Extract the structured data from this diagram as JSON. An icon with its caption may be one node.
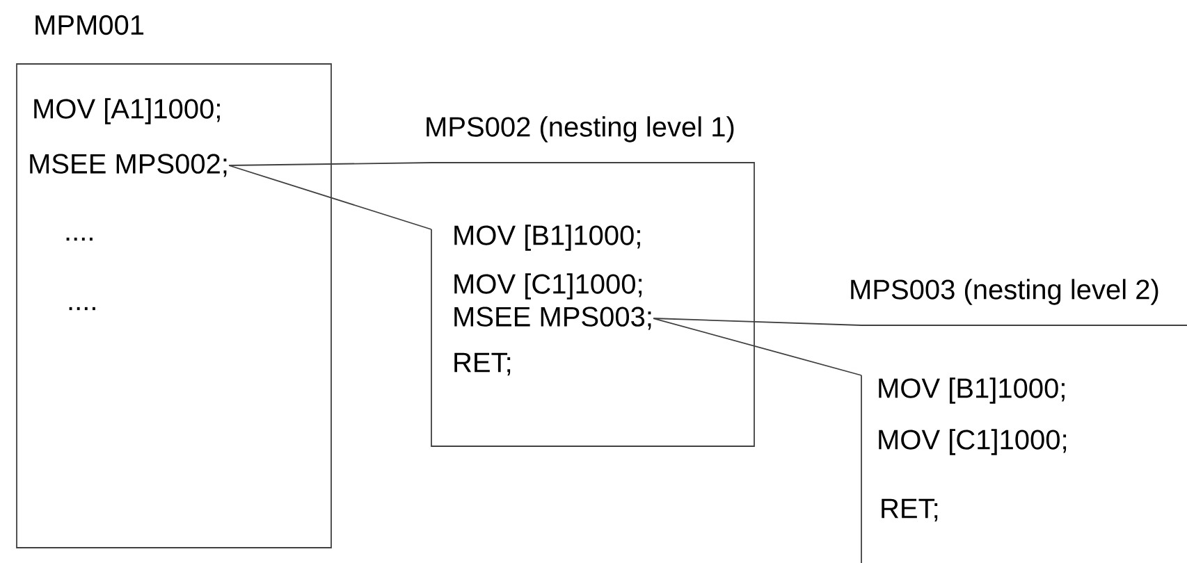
{
  "diagram": {
    "nodes": [
      {
        "text": [
          "MPM001",
          "MOV [A1]1000;",
          "....",
          "...."
        ]
      },
      {
        "text": [
          "MSEE  MPS002;"
        ],
        "in": 0
      },
      {
        "text": [
          "MPS002 (nesting level 1)",
          "MOV [B1]1000;",
          "MOV [C1]1000;",
          "RET;"
        ]
      },
      {
        "text": [
          "MSEE  MPS003;"
        ],
        "in": 2
      },
      {
        "text": [
          "MPS003 (nesting level 2)",
          "MOV [B1]1000;",
          "MOV [C1]1000;",
          "RET;"
        ]
      }
    ],
    "edges": [
      {
        "from": 1,
        "to": 2,
        "arrow": "none"
      },
      {
        "from": 3,
        "to": 4,
        "arrow": "none"
      }
    ]
  }
}
